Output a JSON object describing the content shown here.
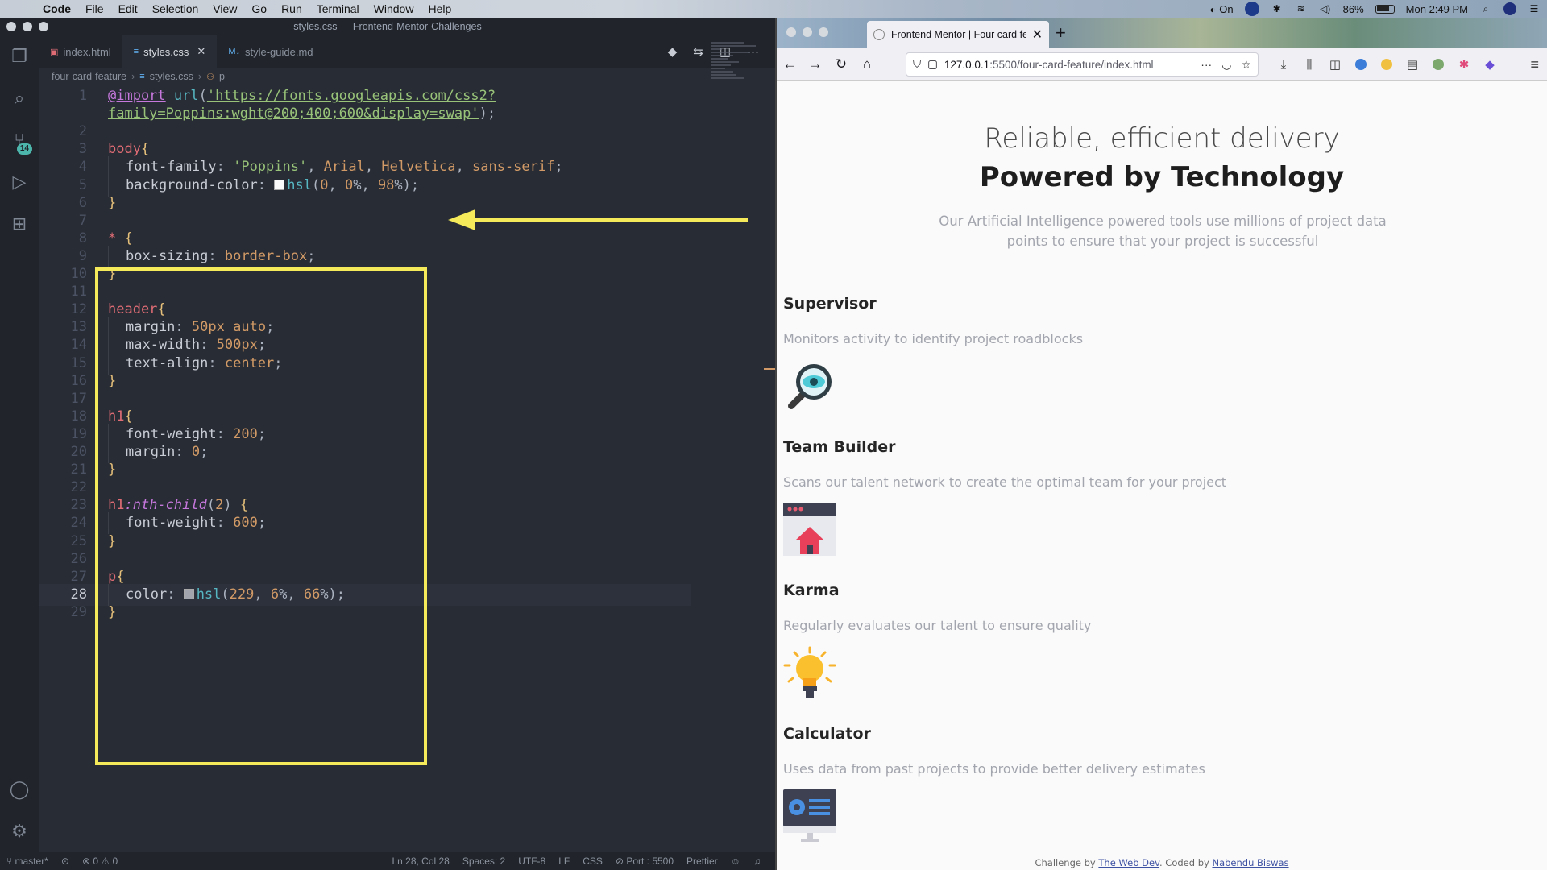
{
  "menubar": {
    "app": "Code",
    "items": [
      "File",
      "Edit",
      "Selection",
      "View",
      "Go",
      "Run",
      "Terminal",
      "Window",
      "Help"
    ],
    "status_on": "On",
    "battery": "86%",
    "clock": "Mon 2:49 PM"
  },
  "vscode": {
    "window_title": "styles.css — Frontend-Mentor-Challenges",
    "scm_badge": "14",
    "tabs": [
      {
        "label": "index.html",
        "icon": "html-file-icon"
      },
      {
        "label": "styles.css",
        "icon": "css-file-icon"
      },
      {
        "label": "style-guide.md",
        "icon": "markdown-file-icon"
      }
    ],
    "breadcrumb": [
      "four-card-feature",
      "styles.css",
      "p"
    ],
    "code_lines": [
      {
        "n": "1",
        "text": "@import url('https://fonts.googleapis.com/css2?"
      },
      {
        "n": "",
        "text": "family=Poppins:wght@200;400;600&display=swap');"
      },
      {
        "n": "2",
        "text": ""
      },
      {
        "n": "3",
        "text": "body{"
      },
      {
        "n": "4",
        "text": "  font-family: 'Poppins', Arial, Helvetica, sans-serif;"
      },
      {
        "n": "5",
        "text": "  background-color: hsl(0, 0%, 98%);"
      },
      {
        "n": "6",
        "text": "}"
      },
      {
        "n": "7",
        "text": ""
      },
      {
        "n": "8",
        "text": "* {"
      },
      {
        "n": "9",
        "text": "  box-sizing: border-box;"
      },
      {
        "n": "10",
        "text": "}"
      },
      {
        "n": "11",
        "text": ""
      },
      {
        "n": "12",
        "text": "header{"
      },
      {
        "n": "13",
        "text": "  margin: 50px auto;"
      },
      {
        "n": "14",
        "text": "  max-width: 500px;"
      },
      {
        "n": "15",
        "text": "  text-align: center;"
      },
      {
        "n": "16",
        "text": "}"
      },
      {
        "n": "17",
        "text": ""
      },
      {
        "n": "18",
        "text": "h1{"
      },
      {
        "n": "19",
        "text": "  font-weight: 200;"
      },
      {
        "n": "20",
        "text": "  margin: 0;"
      },
      {
        "n": "21",
        "text": "}"
      },
      {
        "n": "22",
        "text": ""
      },
      {
        "n": "23",
        "text": "h1:nth-child(2) {"
      },
      {
        "n": "24",
        "text": "  font-weight: 600;"
      },
      {
        "n": "25",
        "text": "}"
      },
      {
        "n": "26",
        "text": ""
      },
      {
        "n": "27",
        "text": "p{"
      },
      {
        "n": "28",
        "text": "  color: hsl(229, 6%, 66%);"
      },
      {
        "n": "29",
        "text": "}"
      }
    ],
    "status": {
      "branch": "master*",
      "problems": "0",
      "warnings": "0",
      "cursor": "Ln 28, Col 28",
      "spaces": "Spaces: 2",
      "encoding": "UTF-8",
      "eol": "LF",
      "language": "CSS",
      "port": "Port : 5500",
      "formatter": "Prettier"
    },
    "annotation_color": "#f5ea5a"
  },
  "firefox": {
    "tab_title": "Frontend Mentor | Four card fe",
    "url_host": "127.0.0.1",
    "url_path": ":5500/four-card-feature/index.html",
    "page": {
      "title_light": "Reliable, efficient delivery",
      "title_bold": "Powered by Technology",
      "lead": "Our Artificial Intelligence powered tools use millions of project data points to ensure that your project is successful",
      "cards": [
        {
          "title": "Supervisor",
          "text": "Monitors activity to identify project roadblocks",
          "icon": "magnifier-eye-icon"
        },
        {
          "title": "Team Builder",
          "text": "Scans our talent network to create the optimal team for your project",
          "icon": "browser-house-icon"
        },
        {
          "title": "Karma",
          "text": "Regularly evaluates our talent to ensure quality",
          "icon": "lightbulb-icon"
        },
        {
          "title": "Calculator",
          "text": "Uses data from past projects to provide better delivery estimates",
          "icon": "monitor-dashboard-icon"
        }
      ],
      "footer": {
        "prefix": "Challenge by ",
        "link1": "The Web Dev",
        "middle": ". Coded by ",
        "link2": "Nabendu Biswas"
      }
    }
  }
}
